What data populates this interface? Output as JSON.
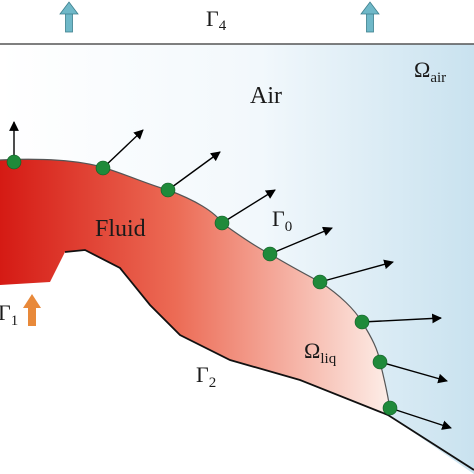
{
  "labels": {
    "top_boundary": "Γ",
    "top_boundary_sub": "4",
    "air_domain": "Ω",
    "air_domain_sub": "air",
    "air_region": "Air",
    "fluid_region": "Fluid",
    "interface": "Γ",
    "interface_sub": "0",
    "inflow_boundary": "Γ",
    "inflow_boundary_sub": "1",
    "liquid_domain": "Ω",
    "liquid_domain_sub": "liq",
    "bottom_boundary": "Γ",
    "bottom_boundary_sub": "2"
  },
  "colors": {
    "inflow_arrow": "#e8893a",
    "top_arrow": "#6fb8c8",
    "interface_marker": "#1f8a3a",
    "fluid_dark": "#d51a14",
    "fluid_light": "#fde9e2",
    "air_tint": "#c6e0ee"
  }
}
